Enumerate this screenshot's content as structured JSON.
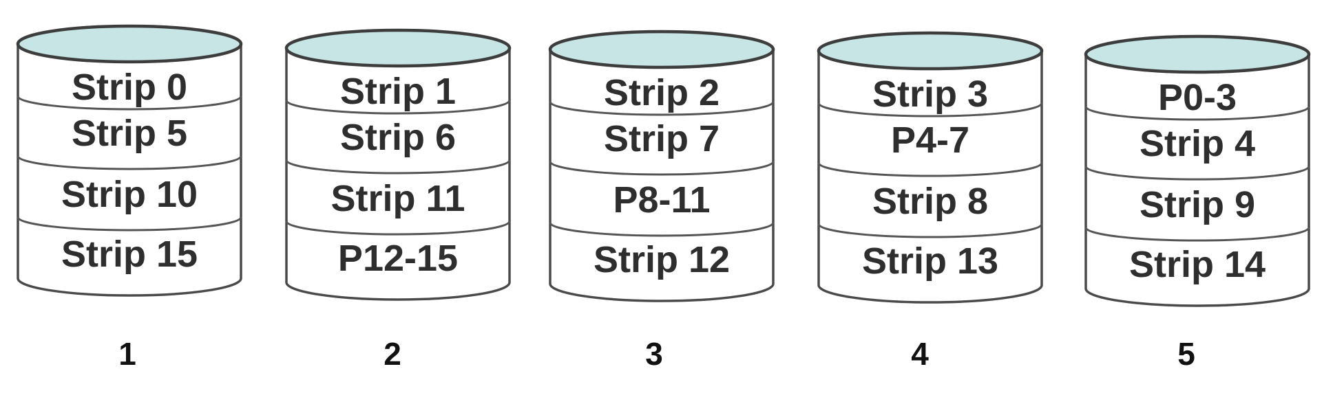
{
  "colors": {
    "platter_top": "#c8e5e5",
    "outline": "#3d3d3d",
    "strip_text": "#2e2e2e",
    "background": "#ffffff"
  },
  "disks": [
    {
      "label": "1",
      "strips": [
        "Strip 0",
        "Strip 5",
        "Strip 10",
        "Strip 15"
      ]
    },
    {
      "label": "2",
      "strips": [
        "Strip 1",
        "Strip 6",
        "Strip 11",
        "P12-15"
      ]
    },
    {
      "label": "3",
      "strips": [
        "Strip 2",
        "Strip 7",
        "P8-11",
        "Strip 12"
      ]
    },
    {
      "label": "4",
      "strips": [
        "Strip 3",
        "P4-7",
        "Strip 8",
        "Strip 13"
      ]
    },
    {
      "label": "5",
      "strips": [
        "P0-3",
        "Strip 4",
        "Strip 9",
        "Strip 14"
      ]
    }
  ]
}
